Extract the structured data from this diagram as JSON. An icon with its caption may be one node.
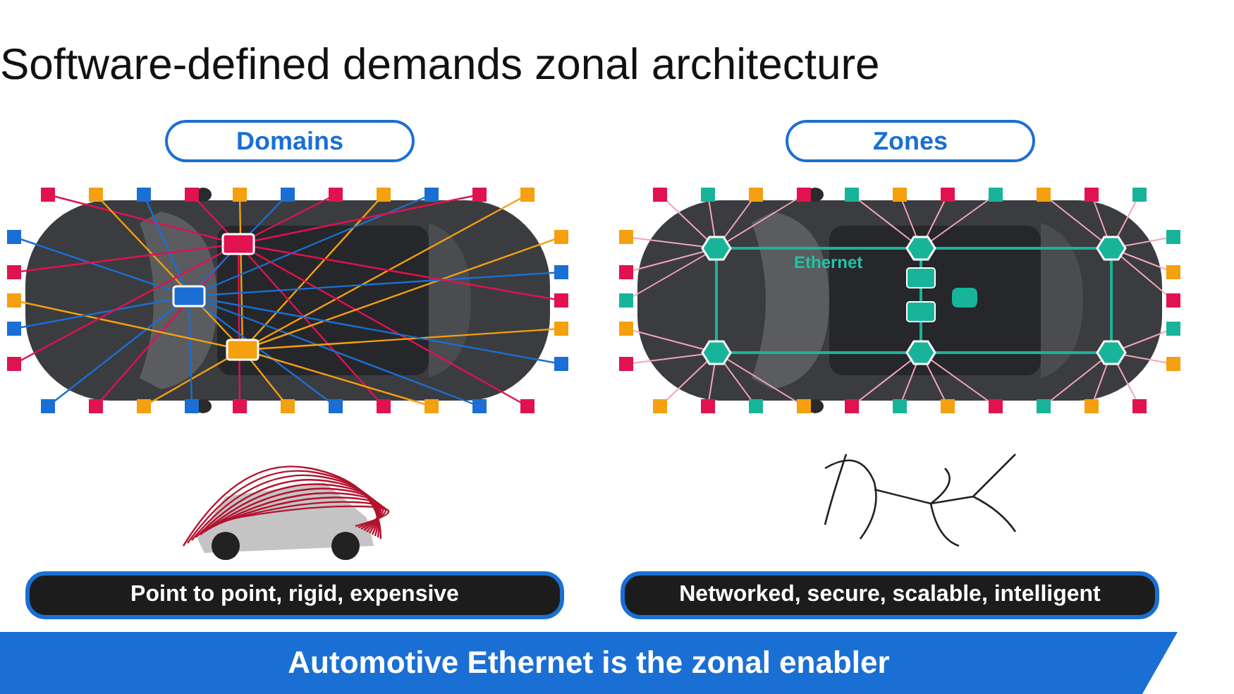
{
  "diagram": {
    "title": "Software-defined demands zonal architecture",
    "caption": "Automotive Ethernet is the zonal enabler",
    "nodes": [
      {
        "text": [
          "Domains"
        ]
      },
      {
        "text": [
          "Zones"
        ]
      },
      {
        "text": [
          "Point to point, rigid, expensive"
        ]
      },
      {
        "text": [
          "Networked, secure, scalable, intelligent"
        ]
      }
    ],
    "labels": [
      "Ethernet"
    ]
  }
}
